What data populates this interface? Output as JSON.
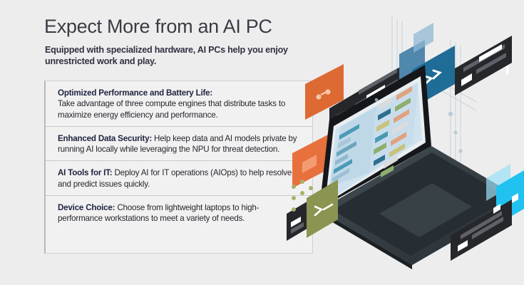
{
  "slide": {
    "title": "Expect More from an AI PC",
    "subtitle": "Equipped with specialized hardware, AI PCs help you enjoy unrestricted work and play.",
    "background_color": "#eeeded",
    "title_color": "#3b3b46",
    "subtitle_color": "#2f3142"
  },
  "panel": {
    "border_color": "#cfcfcf",
    "divider_color": "#cacaca",
    "background_color": "#f2f1f1",
    "bullets": [
      {
        "lead": "Optimized Performance and Battery Life:",
        "body": "Take advantage of three compute engines that distribute tasks to maximize energy efficiency and performance.",
        "lead_on_own_line": true
      },
      {
        "lead": "Enhanced Data Security:",
        "body": "Help keep data and AI models private by running AI locally while leveraging the NPU for threat detection.",
        "lead_on_own_line": false
      },
      {
        "lead": "AI Tools for IT:",
        "body": "Deploy AI for IT operations (AIOps) to help resolve and predict issues quickly.",
        "lead_on_own_line": false
      },
      {
        "lead": "Device Choice:",
        "body": "Choose from lightweight laptops to high-performance workstations to meet a variety of needs.",
        "lead_on_own_line": false
      }
    ]
  },
  "illustration": {
    "description": "Isometric open laptop with floating UI card tiles around it",
    "laptop": {
      "screen_bezel_color": "#1b1b1f",
      "screen_background_color": "#cfe2ee",
      "base_color": "#3c4449",
      "keyboard_color": "#2b3236",
      "trackpad_color": "#4a5257"
    },
    "tiles": [
      {
        "name": "orange-card-top",
        "color": "#e2703a",
        "glyph": "dots"
      },
      {
        "name": "orange-card-bottom",
        "color": "#e8703c",
        "glyph": "square"
      },
      {
        "name": "dark-card-upper-left",
        "color": "#25272b",
        "glyph": "bars"
      },
      {
        "name": "blue-card-light",
        "color": "#4f87ad",
        "glyph": "none"
      },
      {
        "name": "blue-card-chevron",
        "color": "#1f6c96",
        "glyph": "chevrons"
      },
      {
        "name": "dark-card-upper-right",
        "color": "#25272b",
        "glyph": "bars"
      },
      {
        "name": "olive-card",
        "color": "#8b9450",
        "glyph": "chevron-dash"
      },
      {
        "name": "dark-card-left",
        "color": "#25272b",
        "glyph": "bars"
      },
      {
        "name": "cyan-card",
        "color": "#22c2f0",
        "glyph": "play-bar"
      },
      {
        "name": "dark-card-lower-right",
        "color": "#25272b",
        "glyph": "bars"
      }
    ],
    "connector_line_color": "#c9d6dd",
    "code_bar_colors": [
      "#2e6f8e",
      "#4a9ab5",
      "#c9c27a",
      "#e0a27e",
      "#8fae6e",
      "#d8d8d8",
      "#7fb3c9"
    ]
  }
}
